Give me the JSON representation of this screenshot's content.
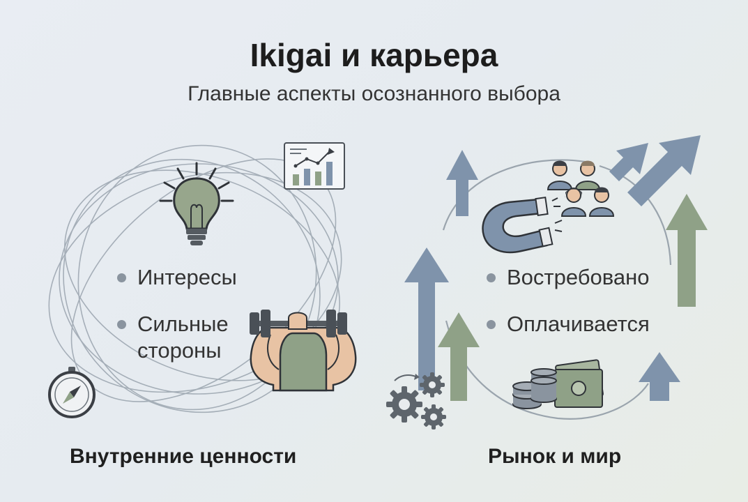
{
  "header": {
    "title": "Ikigai и карьера",
    "subtitle": "Главные аспекты осознанного выбора"
  },
  "left": {
    "bullets": [
      "Интересы",
      "Сильные\nстороны"
    ],
    "label": "Внутренние ценности"
  },
  "right": {
    "bullets": [
      "Востребовано",
      "Оплачивается"
    ],
    "label": "Рынок и мир"
  },
  "colors": {
    "slate_blue": "#7f93ab",
    "sage_green": "#8fa187",
    "line_gray": "#9aa4ad",
    "icon_dark": "#3b3f45"
  }
}
